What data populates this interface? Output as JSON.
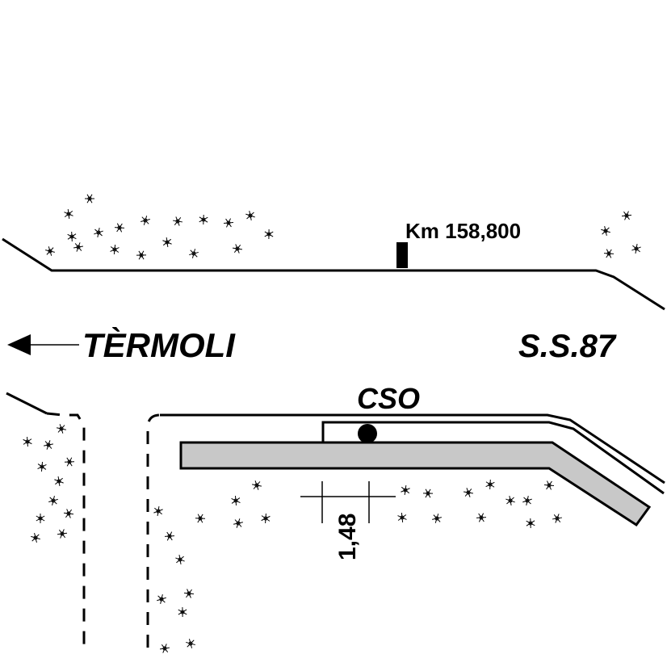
{
  "labels": {
    "km_marker": "Km 158,800",
    "direction": "TÈRMOLI",
    "road": "S.S.87",
    "station": "CSO",
    "distance": "1,48"
  },
  "icons": {
    "direction_arrow": "arrow-left-icon",
    "vegetation": "shrub-icon",
    "station_point": "dot-icon",
    "km_post": "marker-post-icon"
  },
  "colors": {
    "line": "#000000",
    "sidewalk_fill": "#c8c8c8",
    "background": "#ffffff"
  }
}
